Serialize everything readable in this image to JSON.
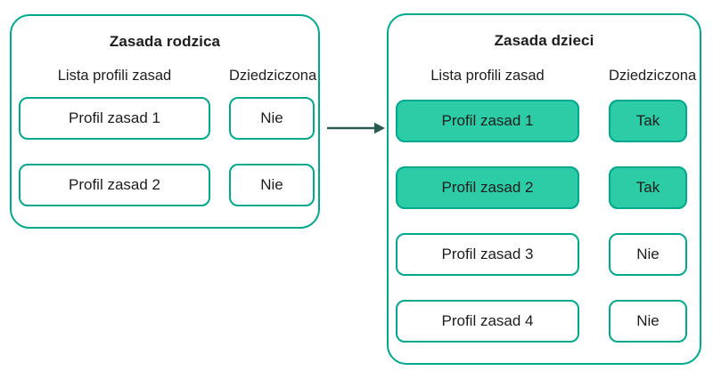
{
  "colors": {
    "border_teal": "#00A88E",
    "fill_teal": "#2BCCA6",
    "text": "#1D1D1B",
    "arrow": "#2A5B52"
  },
  "parent_policy": {
    "title": "Zasada rodzica",
    "columns": {
      "profiles": "Lista profili zasad",
      "inherited": "Dziedziczona"
    },
    "rows": [
      {
        "profile": "Profil zasad 1",
        "inherited": "Nie",
        "highlighted": false
      },
      {
        "profile": "Profil zasad 2",
        "inherited": "Nie",
        "highlighted": false
      }
    ]
  },
  "child_policy": {
    "title": "Zasada dzieci",
    "columns": {
      "profiles": "Lista profili zasad",
      "inherited": "Dziedziczona"
    },
    "rows": [
      {
        "profile": "Profil zasad 1",
        "inherited": "Tak",
        "highlighted": true
      },
      {
        "profile": "Profil zasad 2",
        "inherited": "Tak",
        "highlighted": true
      },
      {
        "profile": "Profil zasad 3",
        "inherited": "Nie",
        "highlighted": false
      },
      {
        "profile": "Profil zasad 4",
        "inherited": "Nie",
        "highlighted": false
      }
    ]
  }
}
